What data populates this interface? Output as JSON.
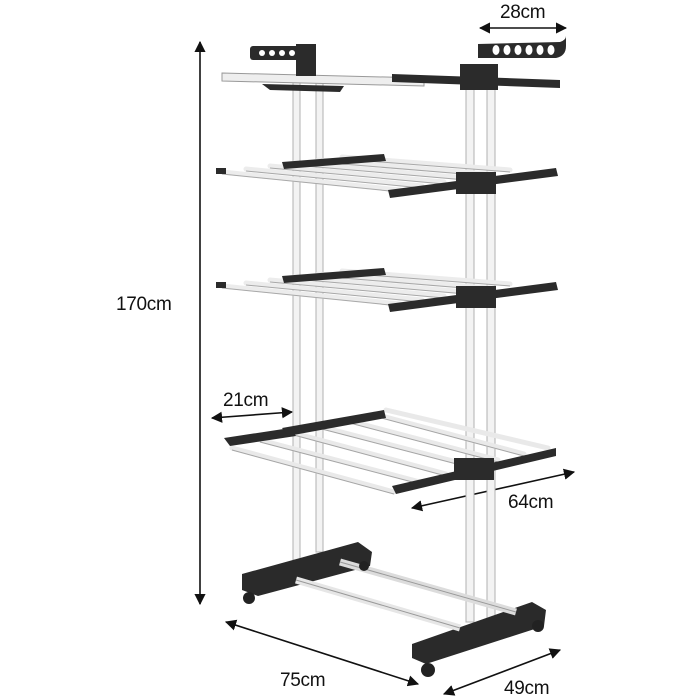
{
  "product": {
    "name": "",
    "colors": {
      "frame": "#f2f2f2",
      "frame_edge": "#b5b5b5",
      "plastic": "#2b2b2b",
      "dimension_line": "#111111"
    }
  },
  "dimensions": {
    "height": "170cm",
    "hanger_width": "28cm",
    "wing_width": "21cm",
    "shelf_width": "64cm",
    "length": "75cm",
    "depth": "49cm"
  },
  "shelves": {
    "tiers": 4
  }
}
